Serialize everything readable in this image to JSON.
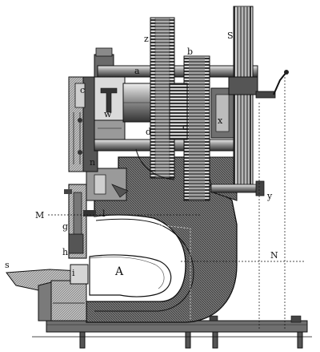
{
  "labels": {
    "z": "z",
    "S_top": "S",
    "a": "a",
    "b": "b",
    "c_left": "c",
    "w": "w",
    "c_gear": "c",
    "x": "x",
    "d": "d",
    "n": "n",
    "y": "y",
    "M": "M",
    "g": "g",
    "h": "h",
    "N": "N",
    "A": "A",
    "i": "i",
    "s_bottom": "s",
    "l": "l"
  },
  "colors": {
    "ink": "#111111",
    "frame": "#5a5a5a",
    "frame_dark": "#2a2a2a",
    "metal": "#9a9a9a",
    "paper": "#ffffff"
  }
}
